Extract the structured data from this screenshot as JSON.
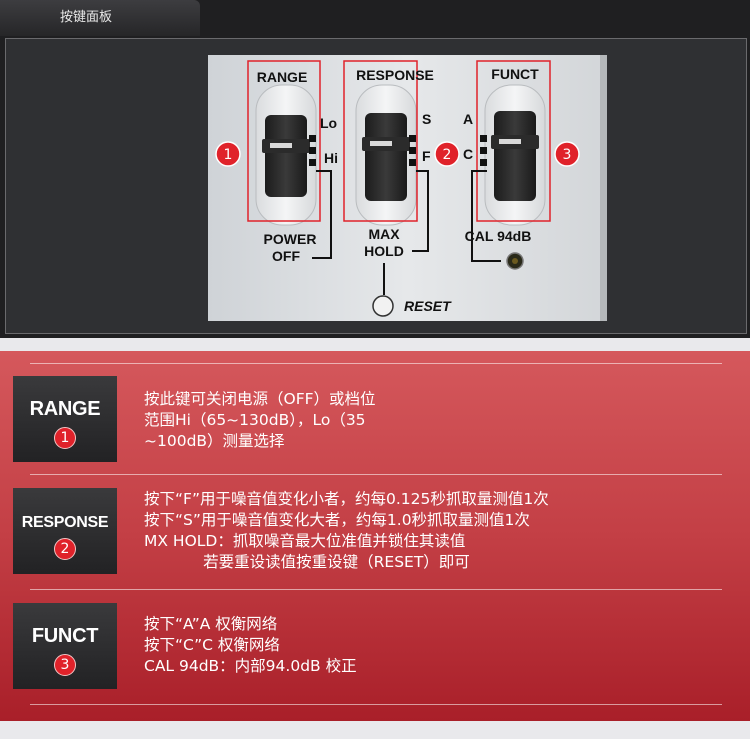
{
  "tab": {
    "label": "按键面板"
  },
  "panel": {
    "labels": {
      "range": "RANGE",
      "response": "RESPONSE",
      "funct": "FUNCT",
      "lo": "Lo",
      "hi": "Hi",
      "s": "S",
      "f": "F",
      "a": "A",
      "c": "C",
      "power": "POWER",
      "off": "OFF",
      "max": "MAX",
      "hold": "HOLD",
      "cal": "CAL 94dB",
      "reset": "RESET"
    },
    "badges": [
      "1",
      "2",
      "3"
    ]
  },
  "rows": [
    {
      "key": "RANGE",
      "badge": "1",
      "lines": [
        "按此键可关闭电源（OFF）或档位",
        "范围Hi（65~130dB），Lo（35",
        "~100dB）测量选择"
      ]
    },
    {
      "key": "RESPONSE",
      "badge": "2",
      "lines": [
        "按下“F”用于噪音值变化小者，约每0.125秒抓取量测值1次",
        "按下“S”用于噪音值变化大者，约每1.0秒抓取量测值1次",
        "MX HOLD：抓取噪音最大位准值并锁住其读值",
        "            若要重设读值按重设键（RESET）即可"
      ]
    },
    {
      "key": "FUNCT",
      "badge": "3",
      "lines": [
        "按下“A”A 权衡网络",
        "按下“C”C 权衡网络",
        "CAL 94dB：内部94.0dB 校正"
      ]
    }
  ],
  "colors": {
    "accent_red": "#e0222a",
    "band_red": "#c33f45",
    "dark": "#1f1f21"
  }
}
